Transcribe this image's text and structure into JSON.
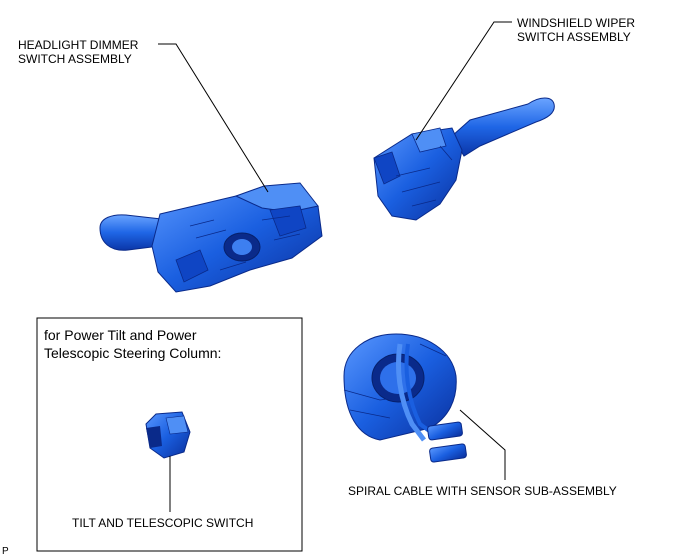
{
  "labels": {
    "headlight": "HEADLIGHT DIMMER\nSWITCH ASSEMBLY",
    "wiper": "WINDSHIELD WIPER\nSWITCH ASSEMBLY",
    "spiral": "SPIRAL CABLE WITH SENSOR SUB-ASSEMBLY",
    "tilt": "TILT AND TELESCOPIC SWITCH",
    "inset_title": "for Power Tilt and Power\nTelescopic Steering Column:",
    "corner": "P"
  },
  "colors": {
    "part_fill": "#1a5fe0",
    "part_dark": "#0a2fa0",
    "part_light": "#4f8ff5",
    "line": "#000000"
  }
}
